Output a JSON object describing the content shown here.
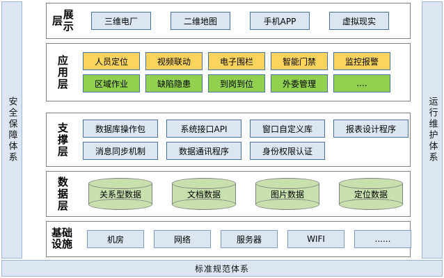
{
  "sides": {
    "left_label": "安全保障体系",
    "right_label": "运行维护体系"
  },
  "bottom": {
    "label": "标准规范体系"
  },
  "layers": [
    {
      "id": "display",
      "label": "展示层",
      "rows": [
        {
          "boxes": [
            {
              "label": "三维电厂",
              "style": "blue"
            },
            {
              "label": "二维地图",
              "style": "blue"
            },
            {
              "label": "手机APP",
              "style": "blue"
            },
            {
              "label": "虚拟现实",
              "style": "blue"
            }
          ]
        }
      ]
    },
    {
      "id": "app",
      "label": "应用层",
      "rows": [
        {
          "boxes": [
            {
              "label": "人员定位",
              "style": "yellow"
            },
            {
              "label": "视频联动",
              "style": "yellow"
            },
            {
              "label": "电子围栏",
              "style": "yellow"
            },
            {
              "label": "智能门禁",
              "style": "yellow"
            },
            {
              "label": "监控报警",
              "style": "yellow"
            }
          ]
        },
        {
          "boxes": [
            {
              "label": "区域作业",
              "style": "green"
            },
            {
              "label": "缺陷隐患",
              "style": "green"
            },
            {
              "label": "到岗到位",
              "style": "green"
            },
            {
              "label": "外委管理",
              "style": "green"
            },
            {
              "label": "....",
              "style": "green"
            }
          ]
        }
      ]
    },
    {
      "id": "support",
      "label": "支撑层",
      "rows": [
        {
          "boxes": [
            {
              "label": "数据库操作包",
              "style": "blue"
            },
            {
              "label": "系统接口API",
              "style": "blue"
            },
            {
              "label": "窗口自定义库",
              "style": "blue"
            },
            {
              "label": "报表设计程序",
              "style": "blue"
            }
          ]
        },
        {
          "boxes": [
            {
              "label": "消息同步机制",
              "style": "blue"
            },
            {
              "label": "数据通讯程序",
              "style": "blue"
            },
            {
              "label": "身份权限认证",
              "style": "blue"
            }
          ]
        }
      ]
    },
    {
      "id": "data",
      "label": "数据层",
      "cylinders": [
        {
          "label": "关系型数据"
        },
        {
          "label": "文档数据"
        },
        {
          "label": "图片数据"
        },
        {
          "label": "定位数据"
        }
      ]
    },
    {
      "id": "infra",
      "label": "基础设施",
      "rows": [
        {
          "boxes": [
            {
              "label": "机房",
              "style": "plain"
            },
            {
              "label": "网络",
              "style": "plain"
            },
            {
              "label": "服务器",
              "style": "plain"
            },
            {
              "label": "WIFI",
              "style": "plain"
            },
            {
              "label": "......",
              "style": "plain"
            }
          ]
        }
      ]
    }
  ],
  "colors": {
    "side_fill": "#DCE6F2",
    "side_border": "#9DB4D2",
    "box_blue_fill": "#DCE6F2",
    "box_blue_border": "#4472A8",
    "box_yellow_fill": "#FBD45E",
    "box_green_fill": "#92D050",
    "cylinder_fill": "#C8E0AE",
    "cylinder_border": "#7F7F7F",
    "layer_border": "#7F7F7F"
  }
}
